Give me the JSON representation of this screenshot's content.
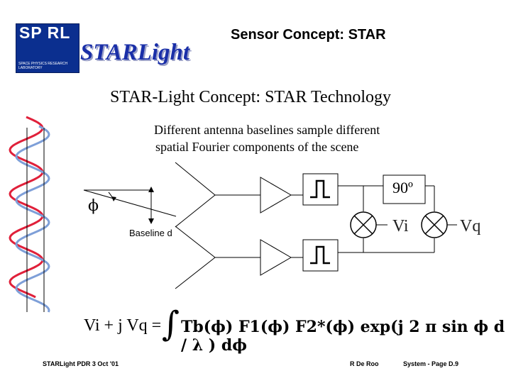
{
  "logo": {
    "letters": "SP RL",
    "subtext": "SPACE PHYSICS RESEARCH LABORATORY",
    "color": "#0b2f8f"
  },
  "brand": "STARLight",
  "header": {
    "title": "Sensor Concept: STAR"
  },
  "subtitle": "STAR-Light Concept:  STAR Technology",
  "description": {
    "line1": "Different antenna baselines sample different",
    "line2": "spatial Fourier components of the scene"
  },
  "diagram": {
    "phase_label": "90º",
    "angle_symbol": "ϕ",
    "baseline_label": "Baseline  d",
    "vi_label": "Vi",
    "vq_label": "Vq",
    "wave_colors": {
      "red": "#e0203a",
      "blue": "#7e9fd8"
    }
  },
  "equation": {
    "left": "Vi + j Vq =",
    "integral": "∫",
    "right": "Tb(ϕ) F1(ϕ) F2*(ϕ) exp(j 2 π sin ϕ d / λ ) dϕ"
  },
  "footer": {
    "left": "STARLight PDR  3  Oct  '01",
    "middle": "R De Roo",
    "right": "System - Page D.9"
  }
}
